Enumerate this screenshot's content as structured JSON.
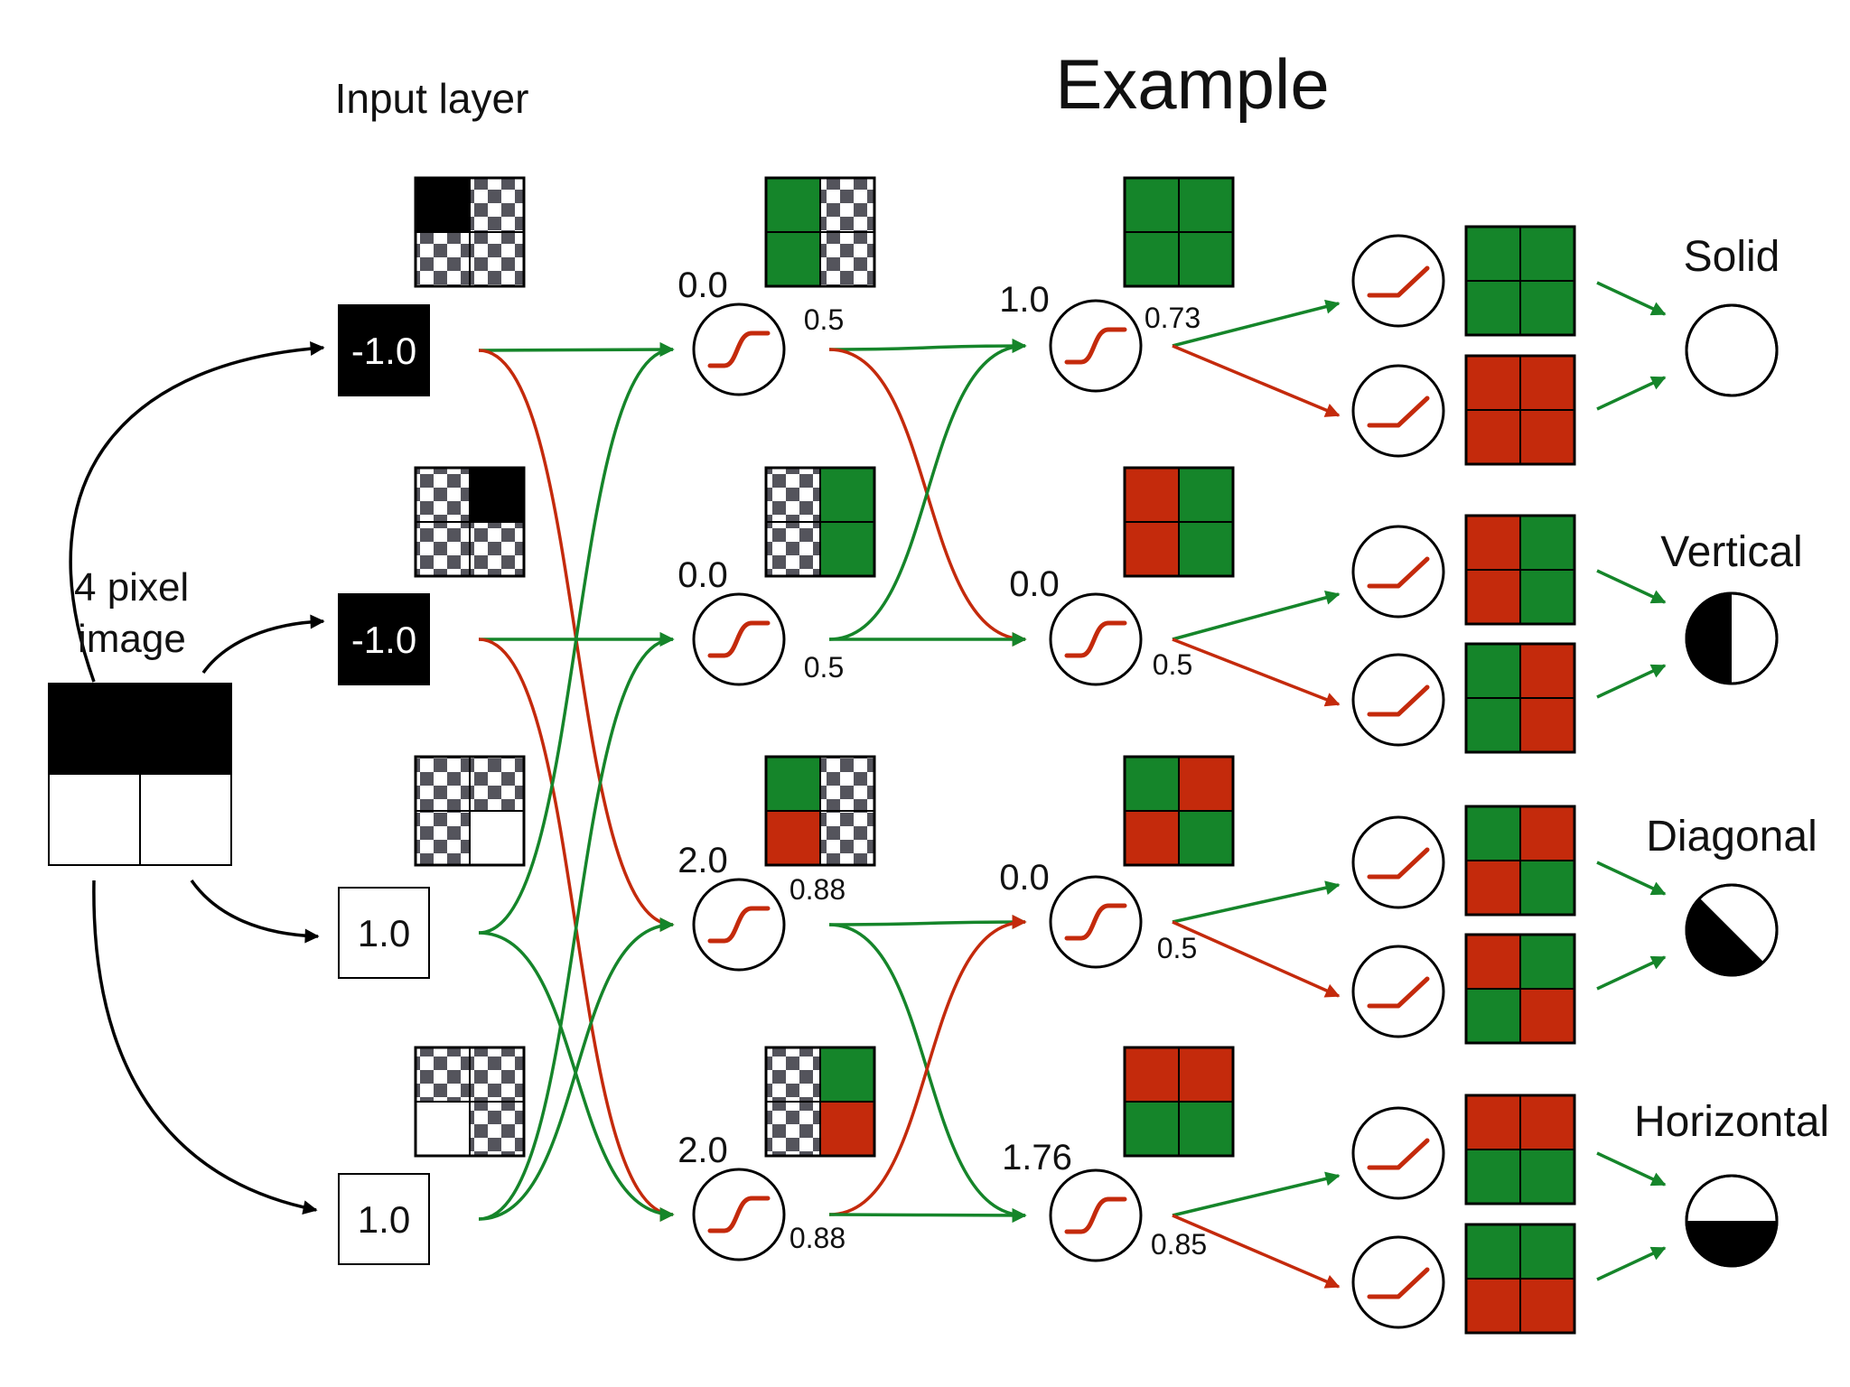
{
  "title": "Example",
  "input_header": "Input layer",
  "image_label": [
    "4 pixel",
    "image"
  ],
  "colors": {
    "positive": "#15852a",
    "negative": "#c42a0c",
    "black": "#000000",
    "checker": "#54545c",
    "sigmoid": "#c42a0c"
  },
  "input_nodes": [
    {
      "value": "-1.0",
      "pattern": [
        "K",
        "X",
        "X",
        "X"
      ]
    },
    {
      "value": "-1.0",
      "pattern": [
        "X",
        "K",
        "X",
        "X"
      ]
    },
    {
      "value": "1.0",
      "pattern": [
        "X",
        "X",
        "X",
        "W"
      ]
    },
    {
      "value": "1.0",
      "pattern": [
        "X",
        "X",
        "W",
        "X"
      ]
    }
  ],
  "layer1": [
    {
      "sum": "0.0",
      "out": "0.5",
      "pattern": [
        "G",
        "X",
        "G",
        "X"
      ]
    },
    {
      "sum": "0.0",
      "out": "0.5",
      "pattern": [
        "X",
        "G",
        "X",
        "G"
      ]
    },
    {
      "sum": "2.0",
      "out": "0.88",
      "pattern": [
        "G",
        "X",
        "R",
        "X"
      ]
    },
    {
      "sum": "2.0",
      "out": "0.88",
      "pattern": [
        "X",
        "G",
        "X",
        "R"
      ]
    }
  ],
  "layer2": [
    {
      "sum": "1.0",
      "out": "0.73",
      "pattern": [
        "G",
        "G",
        "G",
        "G"
      ]
    },
    {
      "sum": "0.0",
      "out": "0.5",
      "pattern": [
        "R",
        "G",
        "R",
        "G"
      ]
    },
    {
      "sum": "0.0",
      "out": "0.5",
      "pattern": [
        "G",
        "R",
        "R",
        "G"
      ]
    },
    {
      "sum": "1.76",
      "out": "0.85",
      "pattern": [
        "R",
        "R",
        "G",
        "G"
      ]
    }
  ],
  "relu_patterns": [
    [
      "G",
      "G",
      "G",
      "G"
    ],
    [
      "R",
      "R",
      "R",
      "R"
    ],
    [
      "R",
      "G",
      "R",
      "G"
    ],
    [
      "G",
      "R",
      "G",
      "R"
    ],
    [
      "G",
      "R",
      "R",
      "G"
    ],
    [
      "R",
      "G",
      "G",
      "R"
    ],
    [
      "R",
      "R",
      "G",
      "G"
    ],
    [
      "G",
      "G",
      "R",
      "R"
    ]
  ],
  "outputs": [
    {
      "label": "Solid",
      "icon": "solid-icon"
    },
    {
      "label": "Vertical",
      "icon": "vertical-icon"
    },
    {
      "label": "Diagonal",
      "icon": "diagonal-icon"
    },
    {
      "label": "Horizontal",
      "icon": "horizontal-icon"
    }
  ],
  "connections_in_l1": [
    {
      "from": 0,
      "to": 0,
      "sign": "+"
    },
    {
      "from": 0,
      "to": 2,
      "sign": "-"
    },
    {
      "from": 1,
      "to": 1,
      "sign": "+"
    },
    {
      "from": 1,
      "to": 3,
      "sign": "-"
    },
    {
      "from": 2,
      "to": 0,
      "sign": "+"
    },
    {
      "from": 2,
      "to": 3,
      "sign": "+"
    },
    {
      "from": 3,
      "to": 1,
      "sign": "+"
    },
    {
      "from": 3,
      "to": 2,
      "sign": "+"
    }
  ],
  "connections_l1_l2": [
    {
      "from": 0,
      "to": 0,
      "sign": "+"
    },
    {
      "from": 0,
      "to": 1,
      "sign": "-"
    },
    {
      "from": 1,
      "to": 0,
      "sign": "+"
    },
    {
      "from": 1,
      "to": 1,
      "sign": "+"
    },
    {
      "from": 2,
      "to": 2,
      "sign": "+"
    },
    {
      "from": 2,
      "to": 3,
      "sign": "+"
    },
    {
      "from": 3,
      "to": 2,
      "sign": "-"
    },
    {
      "from": 3,
      "to": 3,
      "sign": "+"
    }
  ]
}
